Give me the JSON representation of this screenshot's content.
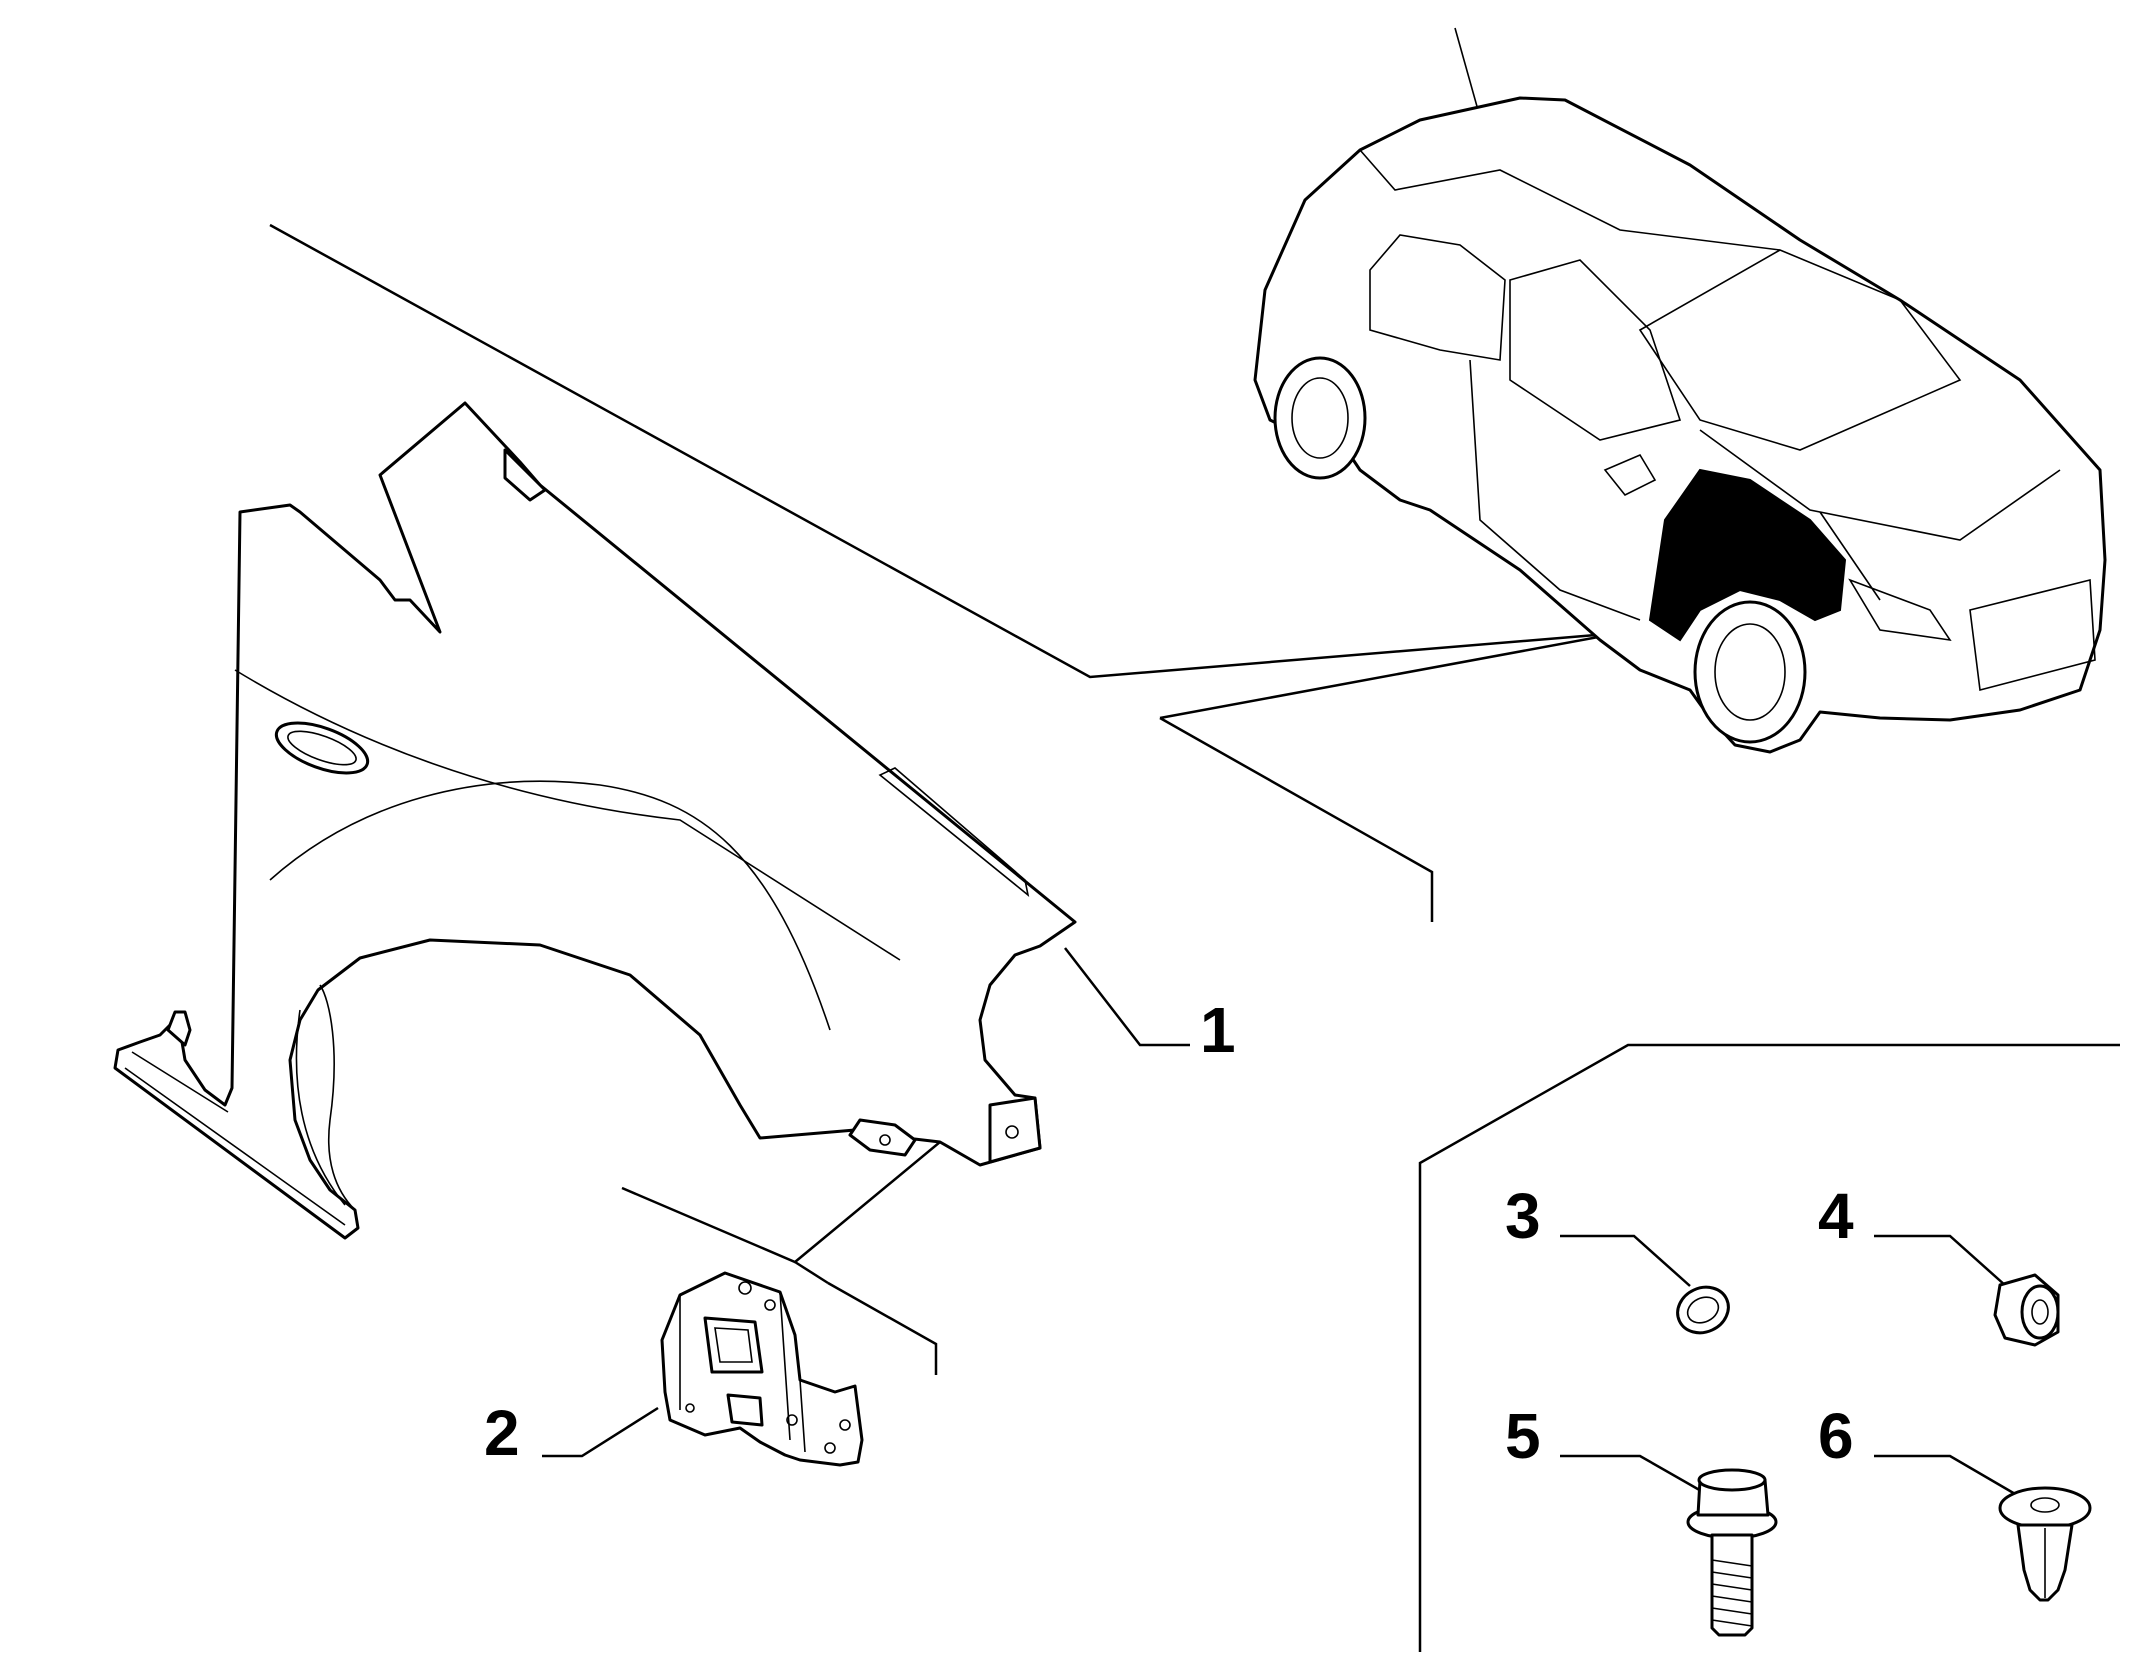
{
  "diagram": {
    "callouts": [
      {
        "id": "1",
        "label": "1",
        "part": "front-fender"
      },
      {
        "id": "2",
        "label": "2",
        "part": "fender-bracket"
      },
      {
        "id": "3",
        "label": "3",
        "part": "spring-clip"
      },
      {
        "id": "4",
        "label": "4",
        "part": "flange-nut"
      },
      {
        "id": "5",
        "label": "5",
        "part": "hex-flange-bolt"
      },
      {
        "id": "6",
        "label": "6",
        "part": "push-rivet"
      }
    ],
    "colors": {
      "line": "#000000",
      "background": "#ffffff",
      "highlight": "#000000"
    }
  }
}
